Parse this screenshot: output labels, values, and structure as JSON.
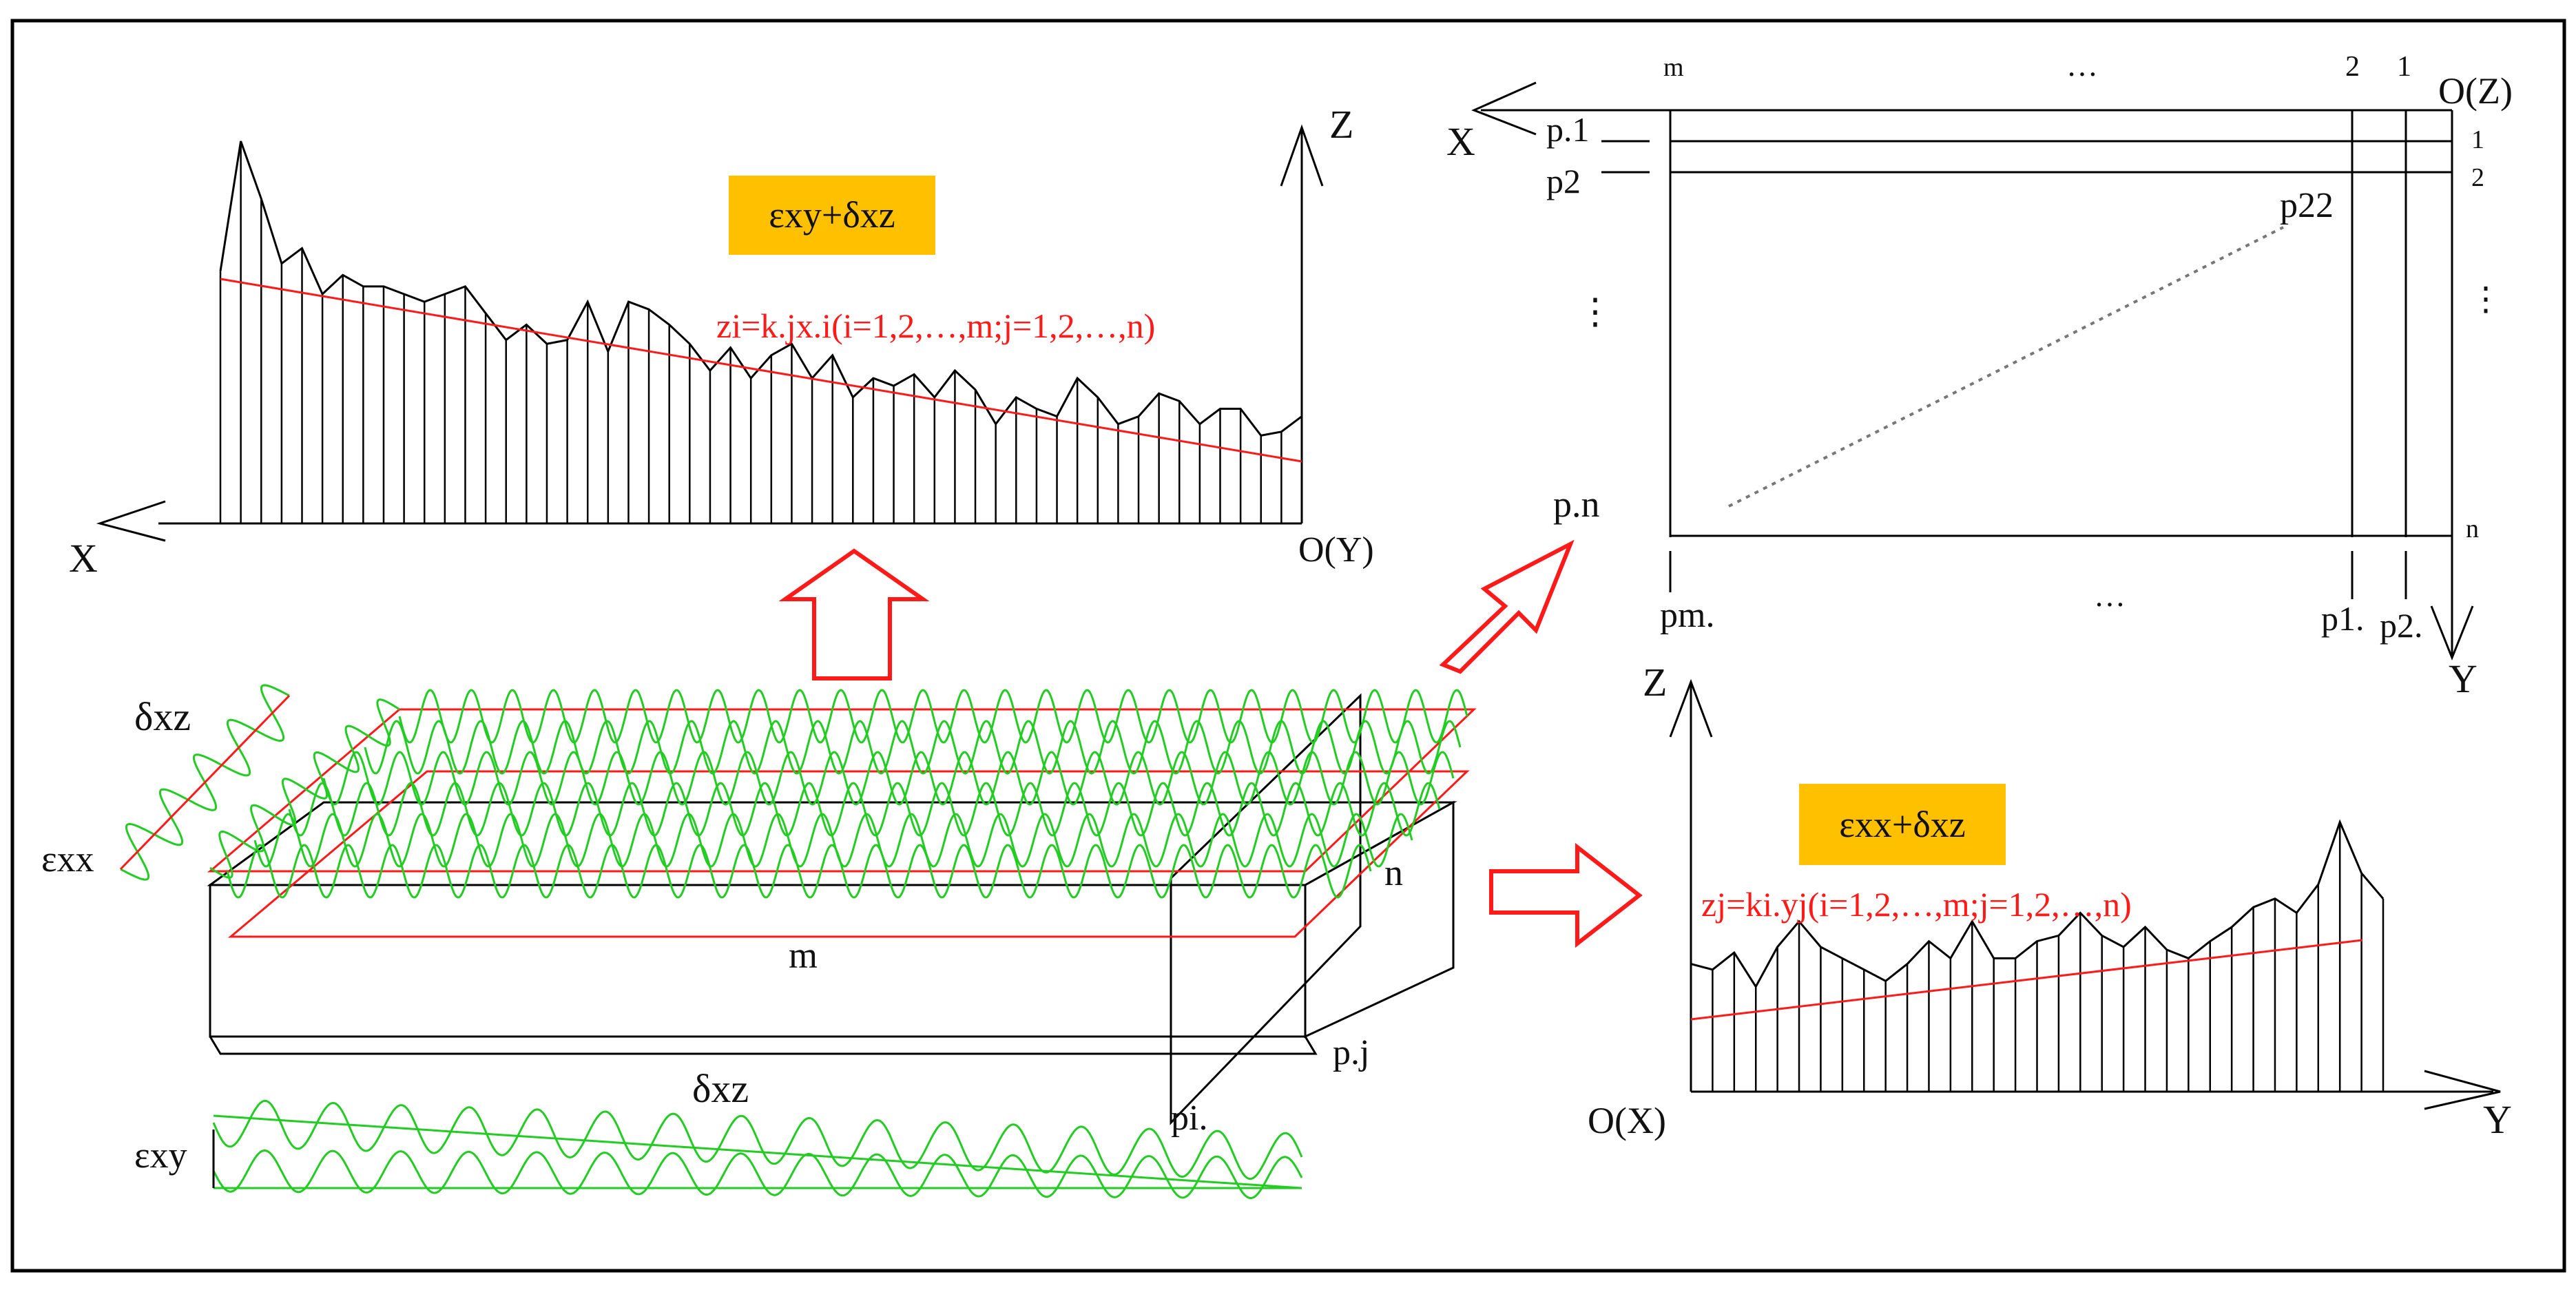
{
  "top_profile": {
    "x_axis": "X",
    "z_axis": "Z",
    "origin": "O(Y)",
    "badge": "εxy+δxz",
    "equation": "zi=k.jx.i(i=1,2,…,m;j=1,2,…,n)",
    "badge_color": "#ffc000",
    "profile_heights": [
      0.66,
      1.0,
      0.85,
      0.68,
      0.72,
      0.6,
      0.65,
      0.62,
      0.62,
      0.6,
      0.58,
      0.6,
      0.62,
      0.55,
      0.48,
      0.52,
      0.47,
      0.48,
      0.58,
      0.45,
      0.58,
      0.56,
      0.52,
      0.47,
      0.4,
      0.46,
      0.38,
      0.44,
      0.47,
      0.38,
      0.44,
      0.33,
      0.38,
      0.36,
      0.39,
      0.33,
      0.4,
      0.35,
      0.26,
      0.33,
      0.3,
      0.28,
      0.38,
      0.33,
      0.26,
      0.28,
      0.34,
      0.32,
      0.26,
      0.3,
      0.3,
      0.23,
      0.24,
      0.28
    ]
  },
  "grid": {
    "x_axis": "X",
    "y_axis": "Y",
    "origin": "O(Z)",
    "top_labels": [
      "m",
      "…",
      "2",
      "1"
    ],
    "left_labels": [
      "p.1",
      "p2",
      "⋮",
      "p.n"
    ],
    "right_labels": [
      "1",
      "2",
      "⋮",
      "n"
    ],
    "bottom_labels": [
      "pm.",
      "…",
      "p1.",
      "p2."
    ],
    "diag_label": "p22"
  },
  "slab": {
    "labels": {
      "dxz_top": "δxz",
      "exx": "εxx",
      "m": "m",
      "n": "n",
      "dxz_bottom": "δxz",
      "exy": "εxy",
      "pj": "p.j",
      "pi": "pi."
    },
    "wave_color": "#22cc22",
    "plane_color": "#ff1a1a"
  },
  "bottom_profile": {
    "x_axis": "Y",
    "z_axis": "Z",
    "origin": "O(X)",
    "badge": "εxx+δxz",
    "equation": "zj=ki.yj(i=1,2,…,m;j=1,2,…,n)",
    "badge_color": "#ffc000",
    "profile_heights": [
      0.2,
      0.18,
      0.24,
      0.12,
      0.26,
      0.35,
      0.26,
      0.22,
      0.18,
      0.14,
      0.2,
      0.28,
      0.22,
      0.35,
      0.22,
      0.22,
      0.28,
      0.3,
      0.38,
      0.3,
      0.26,
      0.33,
      0.25,
      0.22,
      0.28,
      0.33,
      0.4,
      0.43,
      0.38,
      0.48,
      0.7,
      0.52,
      0.43
    ]
  },
  "arrows": {
    "color": "#ff1a1a"
  }
}
